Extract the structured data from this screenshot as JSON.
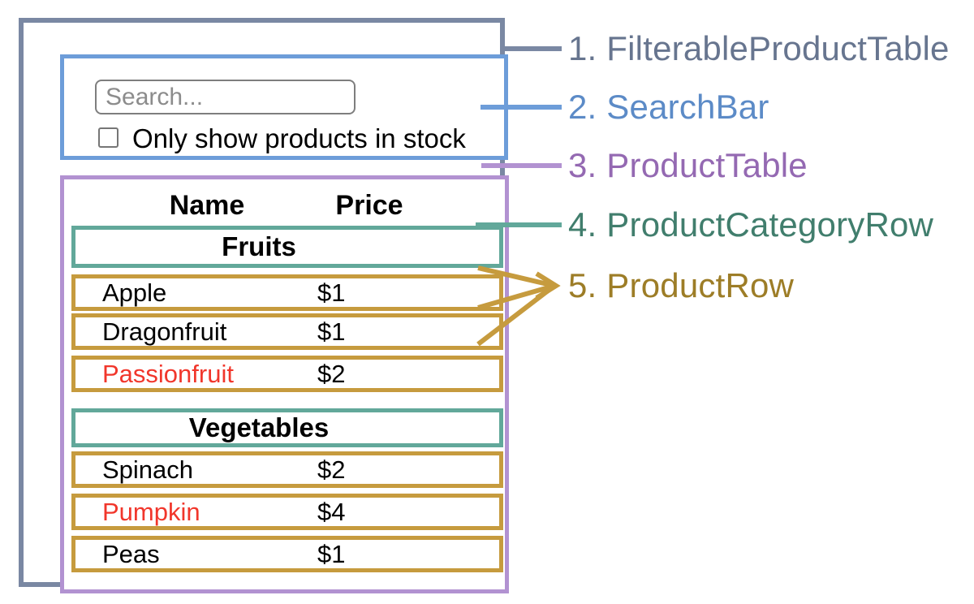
{
  "colors": {
    "slate": "#7A88A3",
    "slateText": "#67758F",
    "blue": "#6D9DD9",
    "blueText": "#5C8BC7",
    "purple": "#B292D1",
    "purpleText": "#9469B2",
    "teal": "#62A89A",
    "tealText": "#417E6D",
    "gold": "#C69B3E",
    "goldText": "#9D7D27",
    "red": "#F1362B"
  },
  "component_labels": [
    {
      "text": "1. FilterableProductTable"
    },
    {
      "text": "2. SearchBar"
    },
    {
      "text": "3. ProductTable"
    },
    {
      "text": "4. ProductCategoryRow"
    },
    {
      "text": "5. ProductRow"
    }
  ],
  "search_bar": {
    "placeholder": "Search...",
    "checkbox_label": "Only show products in stock",
    "checkbox_checked": false
  },
  "product_table": {
    "headers": {
      "name": "Name",
      "price": "Price"
    },
    "sections": [
      {
        "category": "Fruits",
        "rows": [
          {
            "name": "Apple",
            "price": "$1",
            "out_of_stock": false
          },
          {
            "name": "Dragonfruit",
            "price": "$1",
            "out_of_stock": false
          },
          {
            "name": "Passionfruit",
            "price": "$2",
            "out_of_stock": true
          }
        ]
      },
      {
        "category": "Vegetables",
        "rows": [
          {
            "name": "Spinach",
            "price": "$2",
            "out_of_stock": false
          },
          {
            "name": "Pumpkin",
            "price": "$4",
            "out_of_stock": true
          },
          {
            "name": "Peas",
            "price": "$1",
            "out_of_stock": false
          }
        ]
      }
    ]
  }
}
